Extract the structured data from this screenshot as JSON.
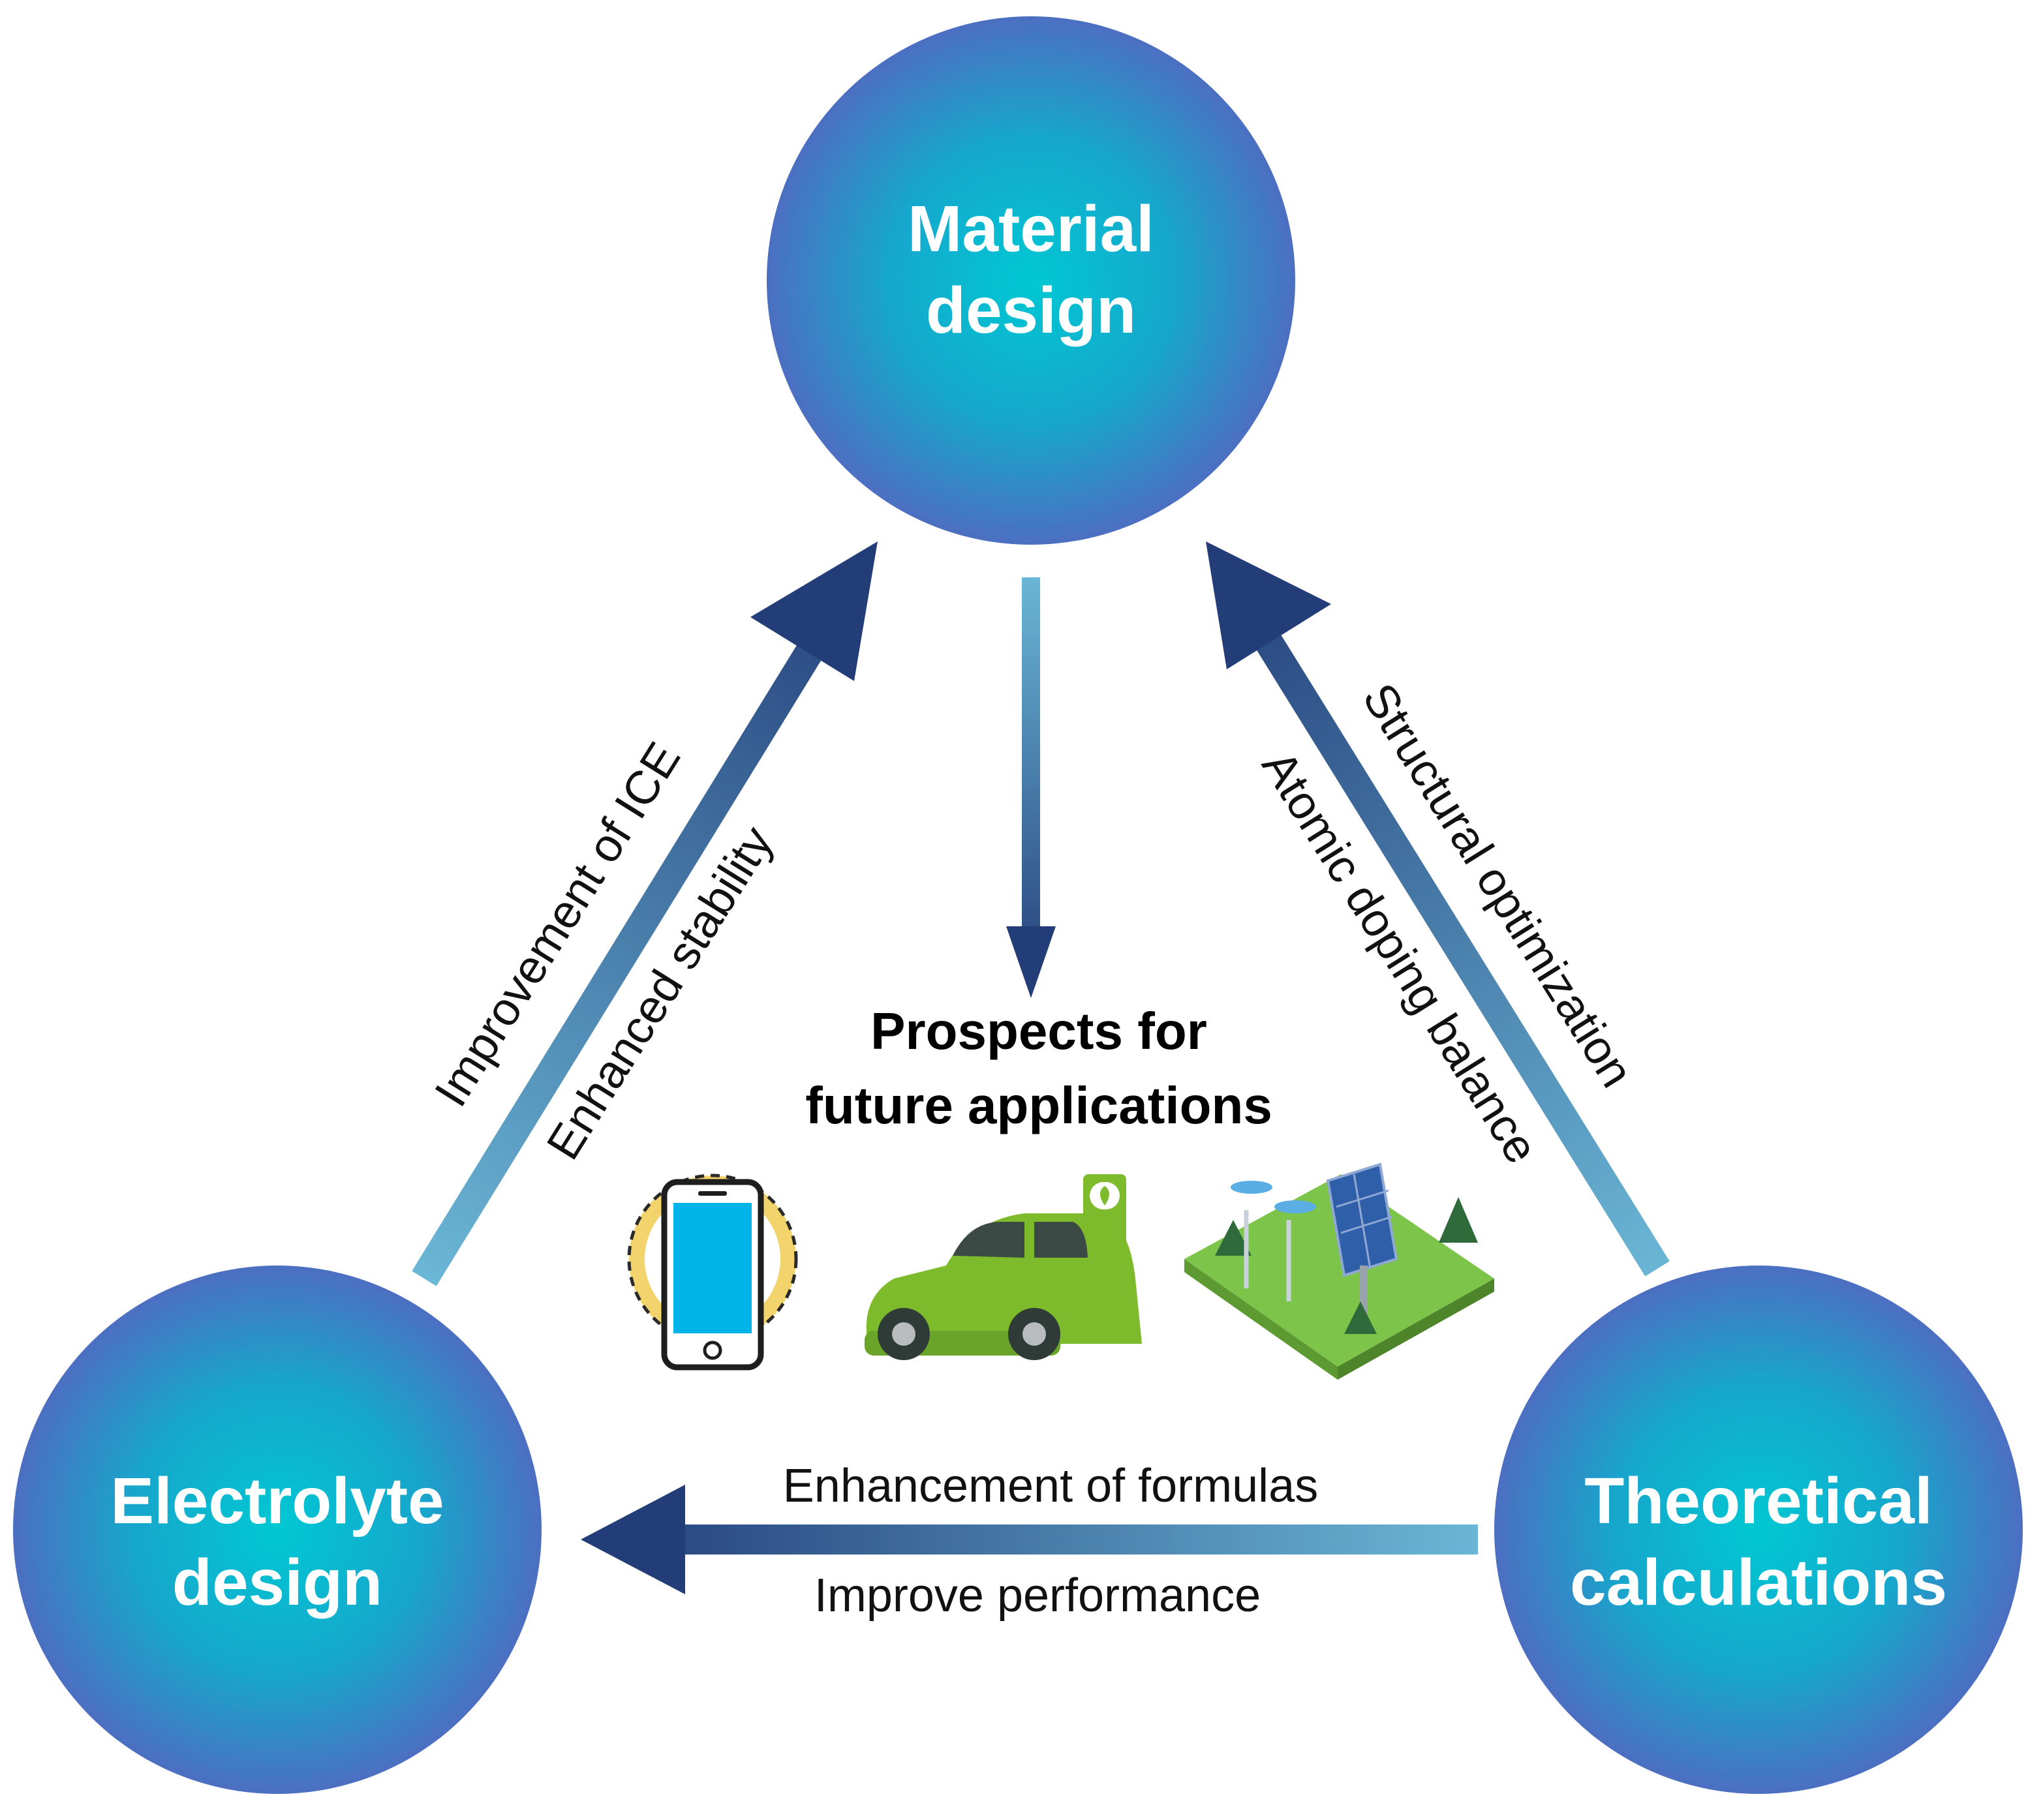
{
  "nodes": {
    "material": {
      "line1": "Material",
      "line2": "design"
    },
    "electrolyte": {
      "line1": "Electrolyte",
      "line2": "design"
    },
    "theoretical": {
      "line1": "Theoretical",
      "line2": "calculations"
    }
  },
  "edges": {
    "electrolyte_to_material": {
      "label_outer": "Improvement of ICE",
      "label_inner": "Enhanced stability"
    },
    "theoretical_to_material": {
      "label_outer": "Structural optimization",
      "label_inner": "Atomic doping balance"
    },
    "theoretical_to_electrolyte": {
      "label_top": "Enhancement of formulas",
      "label_bottom": "Improve performance"
    }
  },
  "center": {
    "title_line1": "Prospects for",
    "title_line2": "future applications",
    "icons": [
      "smartphone-charging-icon",
      "electric-car-charging-icon",
      "renewable-energy-park-icon"
    ]
  },
  "colors": {
    "circle_center": "#00c6d2",
    "circle_edge": "#4a6fc0",
    "arrow_light": "#6ab3d3",
    "arrow_dark": "#24407a",
    "phone_screen": "#00b4ea",
    "car_body": "#7dbb2c",
    "ground": "#7cc44a"
  }
}
